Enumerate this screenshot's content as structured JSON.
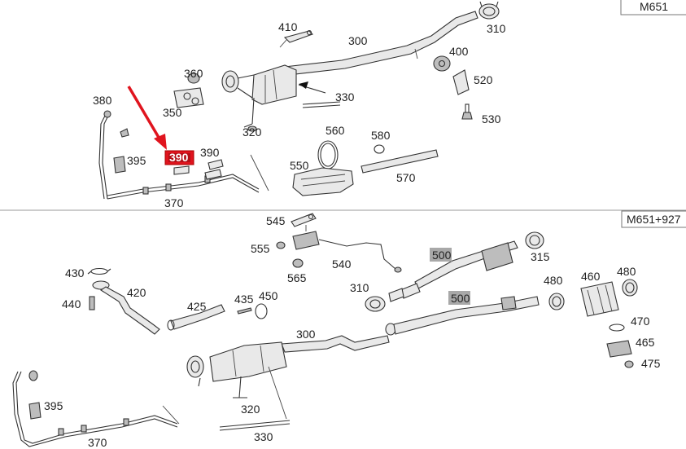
{
  "upper": {
    "engine_code": "M651",
    "labels": {
      "p410": "410",
      "p300": "300",
      "p310": "310",
      "p400": "400",
      "p520": "520",
      "p530": "530",
      "p360": "360",
      "p350": "350",
      "p330": "330",
      "p380": "380",
      "p320": "320",
      "p560": "560",
      "p580": "580",
      "p395": "395",
      "p390_highlight": "390",
      "p390": "390",
      "p550": "550",
      "p570": "570",
      "p370": "370"
    }
  },
  "lower": {
    "engine_code": "M651+927",
    "labels": {
      "p545": "545",
      "p555": "555",
      "p565": "565",
      "p540": "540",
      "p500a": "500",
      "p315": "315",
      "p430": "430",
      "p420": "420",
      "p440": "440",
      "p425": "425",
      "p435": "435",
      "p450": "450",
      "p310": "310",
      "p500b": "500",
      "p480a": "480",
      "p460": "460",
      "p480b": "480",
      "p470": "470",
      "p465": "465",
      "p475": "475",
      "p300": "300",
      "p395": "395",
      "p320": "320",
      "p370": "370",
      "p330": "330"
    }
  },
  "colors": {
    "highlight_red": "#e0141e",
    "arrow_red": "#e0141e",
    "gray_tag": "#a8a8a8",
    "divider": "#9a9a9a"
  }
}
